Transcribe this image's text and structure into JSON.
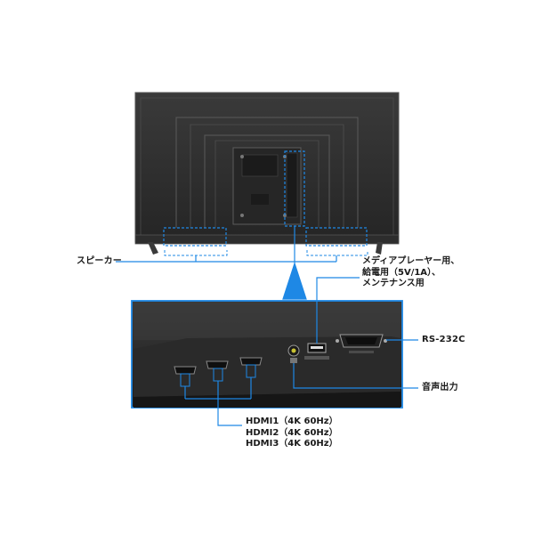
{
  "colors": {
    "accent": "#1e88e5",
    "tv_body": "#2b2b2b",
    "tv_edge": "#3a3a3a",
    "panel_bg": "#1f1f1f"
  },
  "labels": {
    "speaker": "スピーカー",
    "usb_lines": [
      "メディアプレーヤー用、",
      "給電用（5V/1A）、",
      "メンテナンス用"
    ],
    "rs232c": "RS-232C",
    "audio_out": "音声出力",
    "hdmi_lines": [
      "HDMI1（4K 60Hz）",
      "HDMI2（4K 60Hz）",
      "HDMI3（4K 60Hz）"
    ]
  }
}
